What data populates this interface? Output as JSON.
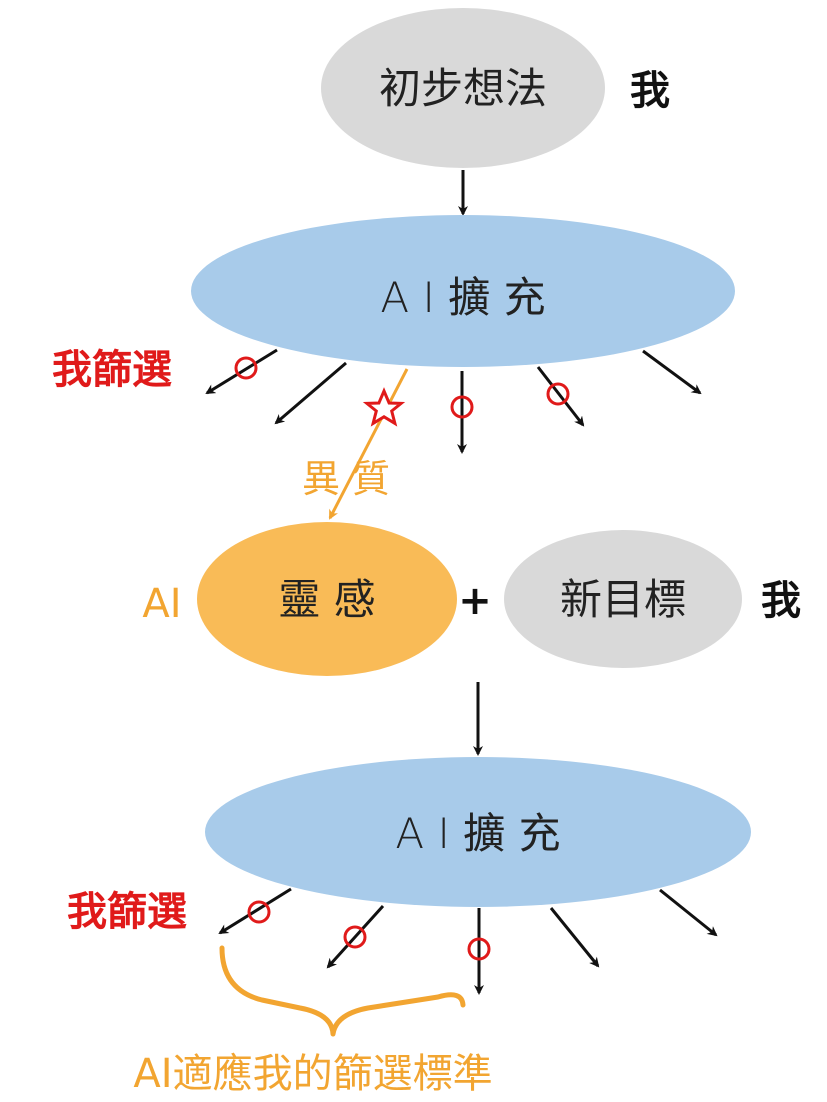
{
  "nodes": {
    "initial_idea": "初步想法",
    "ai_expand_1": "A I 擴 充",
    "inspiration": "靈 感",
    "new_goal": "新目標",
    "ai_expand_2": "A I 擴 充"
  },
  "labels": {
    "me_top": "我",
    "me_middle": "我",
    "my_filter_1": "我篩選",
    "my_filter_2": "我篩選",
    "heterogeneous": "異 質",
    "ai_inspiration": "AI",
    "plus": "+",
    "adapt_caption": "AI適應我的篩選標準"
  },
  "icons": {
    "star": "star-icon",
    "rejected_mark": "circle-icon",
    "arrow": "arrow-icon"
  },
  "colors": {
    "grey_node": "#d9d9d9",
    "blue_node": "#a8cbea",
    "orange_node": "#f9bb57",
    "orange_text": "#f2a531",
    "red_mark": "#e01a1a",
    "arrow": "#111111"
  }
}
